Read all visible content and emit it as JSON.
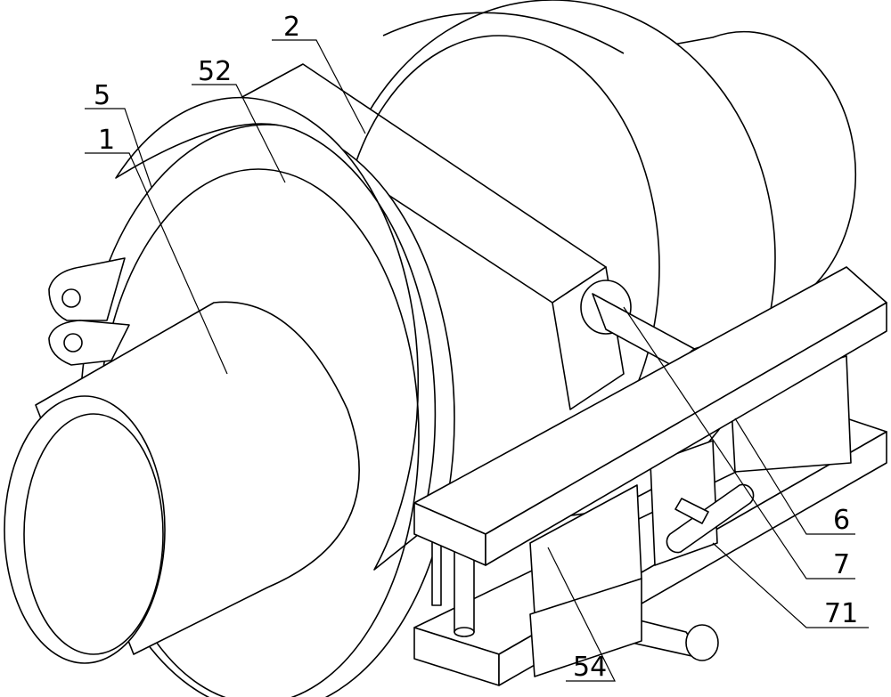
{
  "figure": {
    "kind": "patent line drawing, isometric view of pipe clamp assembly",
    "labels": [
      {
        "id": "2",
        "text": "2"
      },
      {
        "id": "52",
        "text": "52"
      },
      {
        "id": "5",
        "text": "5"
      },
      {
        "id": "1",
        "text": "1"
      },
      {
        "id": "6",
        "text": "6"
      },
      {
        "id": "7",
        "text": "7"
      },
      {
        "id": "71",
        "text": "71"
      },
      {
        "id": "54",
        "text": "54"
      }
    ]
  }
}
